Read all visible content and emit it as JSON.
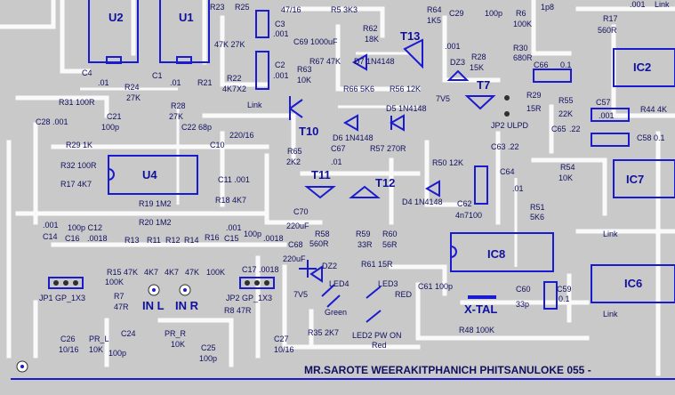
{
  "footer": {
    "credit": "MR.SAROTE  WEERAKITPHANICH   PHITSANULOKE    055 -"
  },
  "ics": [
    {
      "key": "u2",
      "label": "U2"
    },
    {
      "key": "u1",
      "label": "U1"
    },
    {
      "key": "u4",
      "label": "U4"
    },
    {
      "key": "ic2",
      "label": "IC2"
    },
    {
      "key": "ic7",
      "label": "IC7"
    },
    {
      "key": "ic8",
      "label": "IC8"
    },
    {
      "key": "ic6",
      "label": "IC6"
    }
  ],
  "transistors": [
    {
      "key": "t13",
      "label": "T13"
    },
    {
      "key": "t7",
      "label": "T7"
    },
    {
      "key": "t10",
      "label": "T10"
    },
    {
      "key": "t11",
      "label": "T11"
    },
    {
      "key": "t12",
      "label": "T12"
    }
  ],
  "connectors": {
    "in_l": "IN L",
    "in_r": "IN R",
    "xtal": "X-TAL",
    "jp1": "JP1 GP_1X3",
    "jp2": "JP2 GP_1X3",
    "jp2_ulpd": "JP2 ULPD"
  },
  "labels": [
    {
      "key": "r23",
      "text": "R23"
    },
    {
      "key": "r25",
      "text": "R25"
    },
    {
      "key": "v4716",
      "text": "47/16"
    },
    {
      "key": "r5",
      "text": "R5  3K3"
    },
    {
      "key": "r64",
      "text": "R64"
    },
    {
      "key": "v1k5",
      "text": "1K5"
    },
    {
      "key": "c29",
      "text": "C29"
    },
    {
      "key": "v100p_a",
      "text": "100p"
    },
    {
      "key": "r6",
      "text": "R6"
    },
    {
      "key": "v100k_a",
      "text": "100K"
    },
    {
      "key": "v1p8",
      "text": "1p8"
    },
    {
      "key": "v001_a",
      "text": ".001"
    },
    {
      "key": "link_a",
      "text": "Link"
    },
    {
      "key": "r17",
      "text": "R17"
    },
    {
      "key": "v560r_a",
      "text": "560R"
    },
    {
      "key": "v47k27k",
      "text": "47K 27K"
    },
    {
      "key": "c3",
      "text": "C3"
    },
    {
      "key": "v001_b",
      "text": ".001"
    },
    {
      "key": "r62",
      "text": "R62"
    },
    {
      "key": "v18k",
      "text": "18K"
    },
    {
      "key": "c69",
      "text": "C69  1000uF"
    },
    {
      "key": "v001_c",
      "text": ".001"
    },
    {
      "key": "r28a",
      "text": "R28"
    },
    {
      "key": "v15k",
      "text": "15K"
    },
    {
      "key": "r30",
      "text": "R30"
    },
    {
      "key": "v680r",
      "text": "680R"
    },
    {
      "key": "c66",
      "text": "C66"
    },
    {
      "key": "v01_a",
      "text": "0.1"
    },
    {
      "key": "r22",
      "text": "R22"
    },
    {
      "key": "v4k7x2",
      "text": "4K7X2"
    },
    {
      "key": "c2",
      "text": "C2"
    },
    {
      "key": "v001_d",
      "text": ".001"
    },
    {
      "key": "r63",
      "text": "R63"
    },
    {
      "key": "v10k_a",
      "text": "10K"
    },
    {
      "key": "r67",
      "text": "R67  47K"
    },
    {
      "key": "d7",
      "text": "D7  1N4148"
    },
    {
      "key": "dz3",
      "text": "DZ3"
    },
    {
      "key": "v7v5_a",
      "text": "7V5"
    },
    {
      "key": "c4",
      "text": "C4"
    },
    {
      "key": "v01_b",
      "text": ".01"
    },
    {
      "key": "c1",
      "text": "C1"
    },
    {
      "key": "v01_c",
      "text": ".01"
    },
    {
      "key": "r21",
      "text": "R21"
    },
    {
      "key": "r24",
      "text": "R24"
    },
    {
      "key": "v27k_a",
      "text": "27K"
    },
    {
      "key": "r31",
      "text": "R31  100R"
    },
    {
      "key": "r66",
      "text": "R66  5K6"
    },
    {
      "key": "r56",
      "text": "R56  12K"
    },
    {
      "key": "r29",
      "text": "R29"
    },
    {
      "key": "v15r",
      "text": "15R"
    },
    {
      "key": "r55",
      "text": "R55"
    },
    {
      "key": "v22k",
      "text": "22K"
    },
    {
      "key": "c57",
      "text": "C57"
    },
    {
      "key": "v001_e",
      "text": ".001"
    },
    {
      "key": "r44",
      "text": "R44  4K"
    },
    {
      "key": "c21",
      "text": "C21"
    },
    {
      "key": "r28b",
      "text": "R28"
    },
    {
      "key": "v27k_b",
      "text": "27K"
    },
    {
      "key": "link_b",
      "text": "Link"
    },
    {
      "key": "d5",
      "text": "D5  1N4148"
    },
    {
      "key": "c28",
      "text": "C28 .001"
    },
    {
      "key": "v100p_b",
      "text": "100p"
    },
    {
      "key": "c22",
      "text": "C22  68p"
    },
    {
      "key": "d6",
      "text": "D6  1N4148"
    },
    {
      "key": "c65",
      "text": "C65"
    },
    {
      "key": "v22",
      "text": ".22"
    },
    {
      "key": "c58",
      "text": "C58  0.1"
    },
    {
      "key": "c10",
      "text": "C10"
    },
    {
      "key": "v22016",
      "text": "220/16"
    },
    {
      "key": "r57",
      "text": "R57  270R"
    },
    {
      "key": "c63",
      "text": "C63  .22"
    },
    {
      "key": "r29b",
      "text": "R29  1K"
    },
    {
      "key": "r65",
      "text": "R65"
    },
    {
      "key": "v2k2",
      "text": "2K2"
    },
    {
      "key": "c67",
      "text": "C67"
    },
    {
      "key": "v01_d",
      "text": ".01"
    },
    {
      "key": "r32",
      "text": "R32  100R"
    },
    {
      "key": "r50",
      "text": "R50  12K"
    },
    {
      "key": "r54",
      "text": "R54"
    },
    {
      "key": "v10k_b",
      "text": "10K"
    },
    {
      "key": "c64",
      "text": "C64"
    },
    {
      "key": "r17b",
      "text": "R17  4K7"
    },
    {
      "key": "c11",
      "text": "C11 .001"
    },
    {
      "key": "d4",
      "text": "D4  1N4148"
    },
    {
      "key": "c62",
      "text": "C62"
    },
    {
      "key": "v01_e",
      "text": ".01"
    },
    {
      "key": "r18",
      "text": "R18  4K7"
    },
    {
      "key": "r51",
      "text": "R51"
    },
    {
      "key": "v5k6",
      "text": "5K6"
    },
    {
      "key": "r19",
      "text": "R19  1M2"
    },
    {
      "key": "c70",
      "text": "C70"
    },
    {
      "key": "v4n7100",
      "text": "4n7100"
    },
    {
      "key": "r20",
      "text": "R20  1M2"
    },
    {
      "key": "v220uf_a",
      "text": "220uF"
    },
    {
      "key": "v001_f",
      "text": ".001"
    },
    {
      "key": "v100p_c",
      "text": "100p  C12"
    },
    {
      "key": "v001_g",
      "text": ".001"
    },
    {
      "key": "c14",
      "text": "C14"
    },
    {
      "key": "c16",
      "text": "C16"
    },
    {
      "key": "v0018_a",
      "text": ".0018"
    },
    {
      "key": "r13",
      "text": "R13"
    },
    {
      "key": "r11",
      "text": "R11"
    },
    {
      "key": "r12",
      "text": "R12"
    },
    {
      "key": "r14",
      "text": "R14"
    },
    {
      "key": "r16",
      "text": "R16"
    },
    {
      "key": "c15",
      "text": "C15"
    },
    {
      "key": "v100p_d",
      "text": "100p"
    },
    {
      "key": "r58",
      "text": "R58"
    },
    {
      "key": "r59",
      "text": "R59"
    },
    {
      "key": "r60",
      "text": "R60"
    },
    {
      "key": "link_c",
      "text": "Link"
    },
    {
      "key": "v0018_b",
      "text": ".0018"
    },
    {
      "key": "c68",
      "text": "C68"
    },
    {
      "key": "v560r_b",
      "text": "560R"
    },
    {
      "key": "v33r",
      "text": "33R"
    },
    {
      "key": "v56r",
      "text": "56R"
    },
    {
      "key": "r15",
      "text": "R15  47K"
    },
    {
      "key": "v4k7_a",
      "text": "4K7"
    },
    {
      "key": "v4k7_b",
      "text": "4K7"
    },
    {
      "key": "v47k_a",
      "text": "47K"
    },
    {
      "key": "v100k_b",
      "text": "100K"
    },
    {
      "key": "c17",
      "text": "C17 .0018"
    },
    {
      "key": "v220uf_b",
      "text": "220uF"
    },
    {
      "key": "r61",
      "text": "R61  15R"
    },
    {
      "key": "v100k_c",
      "text": "100K"
    },
    {
      "key": "dz2",
      "text": "DZ2"
    },
    {
      "key": "led4",
      "text": "LED4"
    },
    {
      "key": "led3",
      "text": "LED3"
    },
    {
      "key": "c61",
      "text": "C61  100p"
    },
    {
      "key": "c60",
      "text": "C60"
    },
    {
      "key": "c59",
      "text": "C59"
    },
    {
      "key": "v01_f",
      "text": "0.1"
    },
    {
      "key": "r7",
      "text": "R7"
    },
    {
      "key": "v47r_a",
      "text": "47R"
    },
    {
      "key": "v7v5_b",
      "text": "7V5"
    },
    {
      "key": "red_a",
      "text": "RED"
    },
    {
      "key": "v33p",
      "text": "33p"
    },
    {
      "key": "link_d",
      "text": "Link"
    },
    {
      "key": "r8",
      "text": "R8  47R"
    },
    {
      "key": "green",
      "text": "Green"
    },
    {
      "key": "r48",
      "text": "R48  100K"
    },
    {
      "key": "c26",
      "text": "C26"
    },
    {
      "key": "pr_l",
      "text": "PR_L"
    },
    {
      "key": "c24",
      "text": "C24"
    },
    {
      "key": "pr_r",
      "text": "PR_R"
    },
    {
      "key": "r35",
      "text": "R35  2K7"
    },
    {
      "key": "led2",
      "text": "LED2  PW ON"
    },
    {
      "key": "c27",
      "text": "C27"
    },
    {
      "key": "v1016_a",
      "text": "10/16"
    },
    {
      "key": "v10k_c",
      "text": "10K"
    },
    {
      "key": "v10k_d",
      "text": "10K"
    },
    {
      "key": "v100p_e",
      "text": "100p"
    },
    {
      "key": "c25",
      "text": "C25"
    },
    {
      "key": "red_b",
      "text": "Red"
    },
    {
      "key": "v1016_b",
      "text": "10/16"
    },
    {
      "key": "v100p_f",
      "text": "100p"
    }
  ]
}
